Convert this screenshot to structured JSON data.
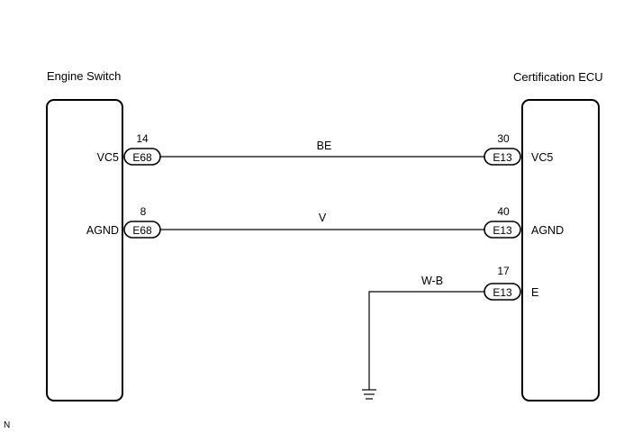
{
  "left_component": {
    "title": "Engine Switch",
    "pins": [
      {
        "number": "14",
        "connector": "E68",
        "signal": "VC5"
      },
      {
        "number": "8",
        "connector": "E68",
        "signal": "AGND"
      }
    ]
  },
  "right_component": {
    "title": "Certification ECU",
    "pins": [
      {
        "number": "30",
        "connector": "E13",
        "signal": "VC5"
      },
      {
        "number": "40",
        "connector": "E13",
        "signal": "AGND"
      },
      {
        "number": "17",
        "connector": "E13",
        "signal": "E"
      }
    ]
  },
  "wires": [
    {
      "color": "BE"
    },
    {
      "color": "V"
    },
    {
      "color": "W-B"
    }
  ],
  "footer_code": "N"
}
